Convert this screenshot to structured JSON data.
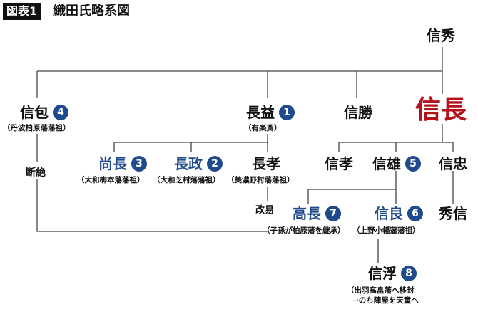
{
  "header": {
    "tag": "図表1",
    "title": "織田氏略系図"
  },
  "people": {
    "nobuhide": {
      "name": "信秀"
    },
    "nobukane": {
      "name": "信包",
      "badge": "4",
      "note": "（丹波柏原藩藩祖）"
    },
    "nagamasu": {
      "name": "長益",
      "badge": "1",
      "note": "（有楽斎）"
    },
    "nobukatsu_sho": {
      "name": "信勝"
    },
    "nobunaga": {
      "name": "信長"
    },
    "hisanaga": {
      "name": "尚長",
      "badge": "3",
      "note": "（大和柳本藩藩祖）"
    },
    "nagamasa": {
      "name": "長政",
      "badge": "2",
      "note": "（大和芝村藩藩祖）"
    },
    "nagataka": {
      "name": "長孝",
      "note": "（美濃野村藩藩祖）"
    },
    "nobutaka": {
      "name": "信孝"
    },
    "nobukatsu": {
      "name": "信雄",
      "badge": "5"
    },
    "nobutada": {
      "name": "信忠"
    },
    "takanaga": {
      "name": "高長",
      "badge": "7",
      "note": "（子孫が柏原藩を継承）"
    },
    "nobuyoshi": {
      "name": "信良",
      "badge": "6",
      "note": "（上野小幡藩藩祖）"
    },
    "hidenobu": {
      "name": "秀信"
    },
    "nobuchika": {
      "name": "信浮",
      "badge": "8",
      "note_line1": "（出羽高畠藩へ移封",
      "note_line2": "→のち陣屋を天童へ"
    }
  },
  "status": {
    "danzetsu": "断絶",
    "kaieki": "改易"
  },
  "colors": {
    "accent_blue": "#1f4a8c",
    "nobunaga_red": "#b3121b",
    "line": "#444444"
  }
}
